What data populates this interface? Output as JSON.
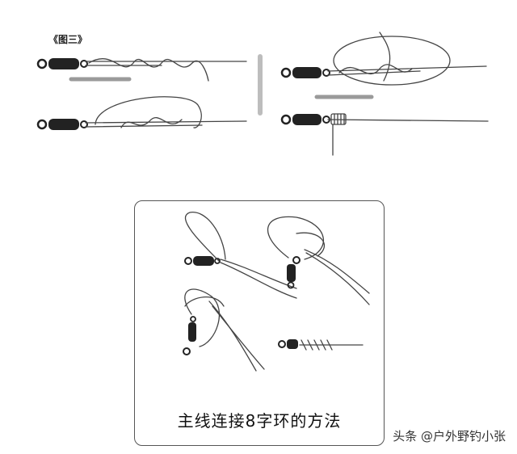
{
  "figure": {
    "label": "《图三》"
  },
  "panel": {
    "caption": "主线连接8字环的方法"
  },
  "watermark": {
    "text": "头条 @户外野钓小张"
  },
  "colors": {
    "line": "#444444",
    "swivel": "#222222",
    "arrow": "#9a9a9a",
    "panel_border": "#555555"
  },
  "icons": [
    "swivel-icon",
    "arrow-right-icon",
    "arrow-left-icon",
    "vertical-arrow-icon"
  ]
}
